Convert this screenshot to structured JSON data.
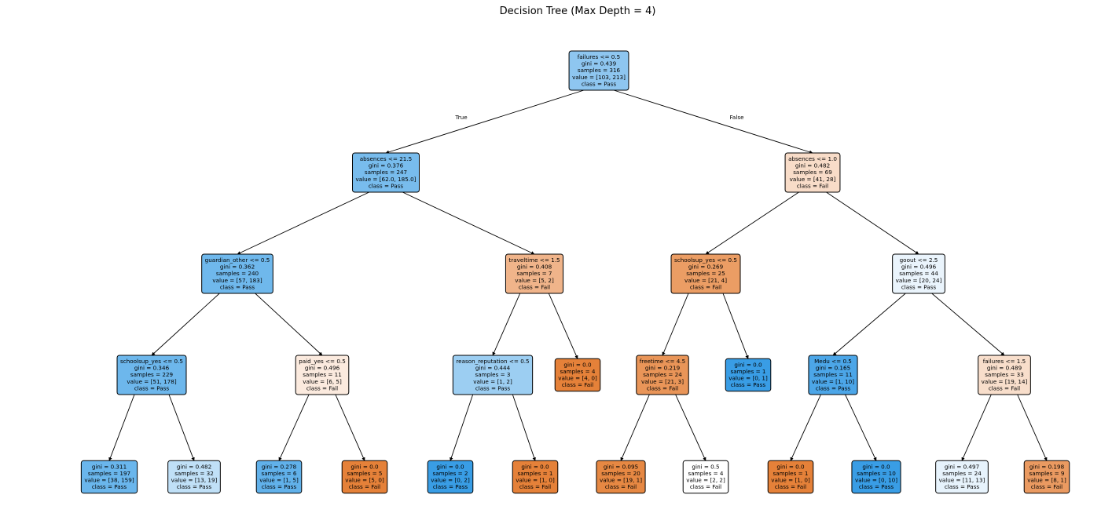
{
  "title": "Decision Tree (Max Depth = 4)",
  "colors": {
    "pass": "#399de5",
    "fail": "#e58139"
  },
  "edge_labels": {
    "true": "True",
    "false": "False"
  },
  "nodes": [
    {
      "id": 0,
      "fill": "#8ec6f0",
      "lines": [
        "failures <= 0.5",
        "gini = 0.439",
        "samples = 316",
        "value = [103, 213]",
        "class = Pass"
      ]
    },
    {
      "id": 1,
      "fill": "#78bced",
      "lines": [
        "absences <= 21.5",
        "gini = 0.376",
        "samples = 247",
        "value = [62.0, 185.0]",
        "class = Pass"
      ]
    },
    {
      "id": 2,
      "fill": "#f8dcc8",
      "lines": [
        "absences <= 1.0",
        "gini = 0.482",
        "samples = 69",
        "value = [41, 28]",
        "class = Fail"
      ]
    },
    {
      "id": 3,
      "fill": "#6fb8ec",
      "lines": [
        "guardian_other <= 0.5",
        "gini = 0.362",
        "samples = 240",
        "value = [57, 183]",
        "class = Pass"
      ]
    },
    {
      "id": 4,
      "fill": "#f0b48a",
      "lines": [
        "traveltime <= 1.5",
        "gini = 0.408",
        "samples = 7",
        "value = [5, 2]",
        "class = Fail"
      ]
    },
    {
      "id": 5,
      "fill": "#eb9d64",
      "lines": [
        "schoolsup_yes <= 0.5",
        "gini = 0.269",
        "samples = 25",
        "value = [21, 4]",
        "class = Fail"
      ]
    },
    {
      "id": 6,
      "fill": "#eaf4fc",
      "lines": [
        "goout <= 2.5",
        "gini = 0.496",
        "samples = 44",
        "value = [20, 24]",
        "class = Pass"
      ]
    },
    {
      "id": 7,
      "fill": "#6db7ec",
      "lines": [
        "schoolsup_yes <= 0.5",
        "gini = 0.346",
        "samples = 229",
        "value = [51, 178]",
        "class = Pass"
      ]
    },
    {
      "id": 8,
      "fill": "#fbeade",
      "lines": [
        "paid_yes <= 0.5",
        "gini = 0.496",
        "samples = 11",
        "value = [6, 5]",
        "class = Fail"
      ]
    },
    {
      "id": 9,
      "fill": "#9ccef2",
      "lines": [
        "reason_reputation <= 0.5",
        "gini = 0.444",
        "samples = 3",
        "value = [1, 2]",
        "class = Pass"
      ]
    },
    {
      "id": 10,
      "fill": "#e58139",
      "lines": [
        "gini = 0.0",
        "samples = 4",
        "value = [4, 0]",
        "class = Fail"
      ]
    },
    {
      "id": 11,
      "fill": "#e99558",
      "lines": [
        "freetime <= 4.5",
        "gini = 0.219",
        "samples = 24",
        "value = [21, 3]",
        "class = Fail"
      ]
    },
    {
      "id": 12,
      "fill": "#399de5",
      "lines": [
        "gini = 0.0",
        "samples = 1",
        "value = [0, 1]",
        "class = Pass"
      ]
    },
    {
      "id": 13,
      "fill": "#4ca6e8",
      "lines": [
        "Medu <= 0.5",
        "gini = 0.165",
        "samples = 11",
        "value = [1, 10]",
        "class = Pass"
      ]
    },
    {
      "id": 14,
      "fill": "#f8decb",
      "lines": [
        "failures <= 1.5",
        "gini = 0.489",
        "samples = 33",
        "value = [19, 14]",
        "class = Fail"
      ]
    },
    {
      "id": 15,
      "fill": "#6ab6ec",
      "lines": [
        "gini = 0.311",
        "samples = 197",
        "value = [38, 159]",
        "class = Pass"
      ]
    },
    {
      "id": 16,
      "fill": "#c0e0f7",
      "lines": [
        "gini = 0.482",
        "samples = 32",
        "value = [13, 19]",
        "class = Pass"
      ]
    },
    {
      "id": 17,
      "fill": "#61b1ea",
      "lines": [
        "gini = 0.278",
        "samples = 6",
        "value = [1, 5]",
        "class = Pass"
      ]
    },
    {
      "id": 18,
      "fill": "#e58139",
      "lines": [
        "gini = 0.0",
        "samples = 5",
        "value = [5, 0]",
        "class = Fail"
      ]
    },
    {
      "id": 19,
      "fill": "#399de5",
      "lines": [
        "gini = 0.0",
        "samples = 2",
        "value = [0, 2]",
        "class = Pass"
      ]
    },
    {
      "id": 20,
      "fill": "#e58139",
      "lines": [
        "gini = 0.0",
        "samples = 1",
        "value = [1, 0]",
        "class = Fail"
      ]
    },
    {
      "id": 21,
      "fill": "#e68843",
      "lines": [
        "gini = 0.095",
        "samples = 20",
        "value = [19, 1]",
        "class = Fail"
      ]
    },
    {
      "id": 22,
      "fill": "#ffffff",
      "lines": [
        "gini = 0.5",
        "samples = 4",
        "value = [2, 2]",
        "class = Fail"
      ]
    },
    {
      "id": 23,
      "fill": "#e58139",
      "lines": [
        "gini = 0.0",
        "samples = 1",
        "value = [1, 0]",
        "class = Fail"
      ]
    },
    {
      "id": 24,
      "fill": "#399de5",
      "lines": [
        "gini = 0.0",
        "samples = 10",
        "value = [0, 10]",
        "class = Pass"
      ]
    },
    {
      "id": 25,
      "fill": "#e7f3fc",
      "lines": [
        "gini = 0.497",
        "samples = 24",
        "value = [11, 13]",
        "class = Pass"
      ]
    },
    {
      "id": 26,
      "fill": "#ea9a61",
      "lines": [
        "gini = 0.198",
        "samples = 9",
        "value = [8, 1]",
        "class = Fail"
      ]
    }
  ],
  "edges": [
    {
      "from": 0,
      "to": 1,
      "label": "true"
    },
    {
      "from": 0,
      "to": 2,
      "label": "false"
    },
    {
      "from": 1,
      "to": 3
    },
    {
      "from": 1,
      "to": 4
    },
    {
      "from": 2,
      "to": 5
    },
    {
      "from": 2,
      "to": 6
    },
    {
      "from": 3,
      "to": 7
    },
    {
      "from": 3,
      "to": 8
    },
    {
      "from": 4,
      "to": 9
    },
    {
      "from": 4,
      "to": 10
    },
    {
      "from": 5,
      "to": 11
    },
    {
      "from": 5,
      "to": 12
    },
    {
      "from": 6,
      "to": 13
    },
    {
      "from": 6,
      "to": 14
    },
    {
      "from": 7,
      "to": 15
    },
    {
      "from": 7,
      "to": 16
    },
    {
      "from": 8,
      "to": 17
    },
    {
      "from": 8,
      "to": 18
    },
    {
      "from": 9,
      "to": 19
    },
    {
      "from": 9,
      "to": 20
    },
    {
      "from": 11,
      "to": 21
    },
    {
      "from": 11,
      "to": 22
    },
    {
      "from": 13,
      "to": 23
    },
    {
      "from": 13,
      "to": 24
    },
    {
      "from": 14,
      "to": 25
    },
    {
      "from": 14,
      "to": 26
    }
  ]
}
